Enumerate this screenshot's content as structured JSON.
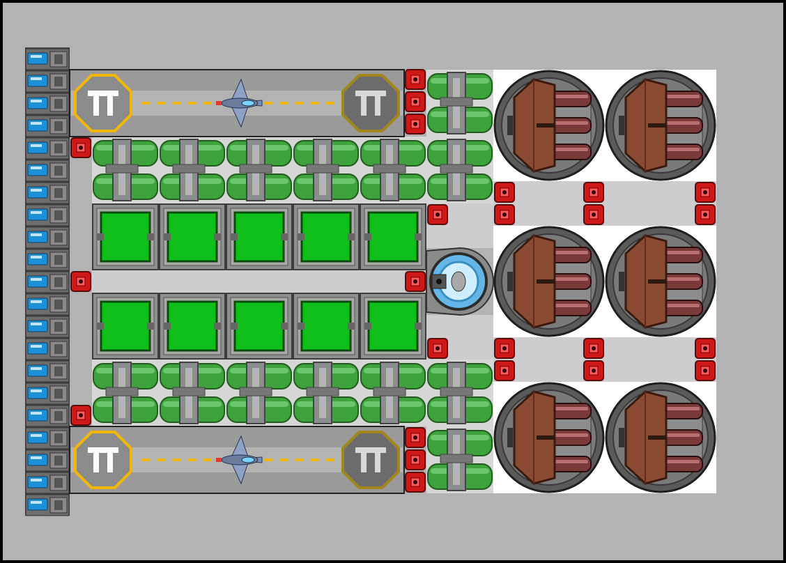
{
  "app": {
    "view": "ship-builder-grid"
  },
  "colors": {
    "background": "#b3b3b3",
    "border": "#000000",
    "white_area": "#ffffff",
    "floor": "#cdcdcd",
    "storage_green": "#10c01a",
    "tank_green": "#3ea33e",
    "red_block": "#d01818",
    "blue_light": "#1e90d8",
    "turret_brown": "#8a4b32",
    "helipad_yellow": "#f2b705"
  },
  "icons": {
    "battery_column": "battery-cell-icon",
    "connector": "red-connector-icon",
    "tank": "green-tank-icon",
    "cargo": "cargo-container-icon",
    "landing_pad": "landing-pad-icon",
    "fighter": "fighter-ship-icon",
    "turret": "triple-cannon-turret-icon",
    "cockpit": "cockpit-dome-icon"
  },
  "counts": {
    "battery_cells": 21,
    "cargo_containers": 10,
    "turrets": 6,
    "landing_pads": 2,
    "fighters": 2
  }
}
